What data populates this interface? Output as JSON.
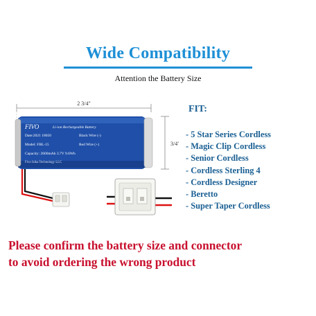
{
  "header": {
    "title": "Wide Compatibility",
    "subtitle": "Attention the Battery Size"
  },
  "battery": {
    "length_label": "2 3/4\"",
    "diameter_label": "3/4\"",
    "brand": "FIVO",
    "product_type": "Li-ion Rechargeable Battery",
    "date_line": "Date:2021  18650",
    "wire_black": "Black Wire (-)",
    "model_line": "Model: FBL-15",
    "wire_red": "Red Wire (+)",
    "capacity_line": "Capacity: 2600mAh  3.7V  9.6Wh",
    "maker_line": "Fivo Isika Technology LLC",
    "color_body": "#1f4fa8",
    "color_cap": "#dcdcdc"
  },
  "fit": {
    "label": "FIT:",
    "items": [
      "- 5 Star Series Cordless",
      "- Magic Clip Cordless",
      "- Senior Cordless",
      "- Cordless Sterling 4",
      "- Cordless Designer",
      "- Beretto",
      "- Super Taper Cordless"
    ]
  },
  "warning": {
    "line1": "Please confirm the battery size and connector",
    "line2": "to avoid ordering the wrong product",
    "color": "#c8102e"
  }
}
